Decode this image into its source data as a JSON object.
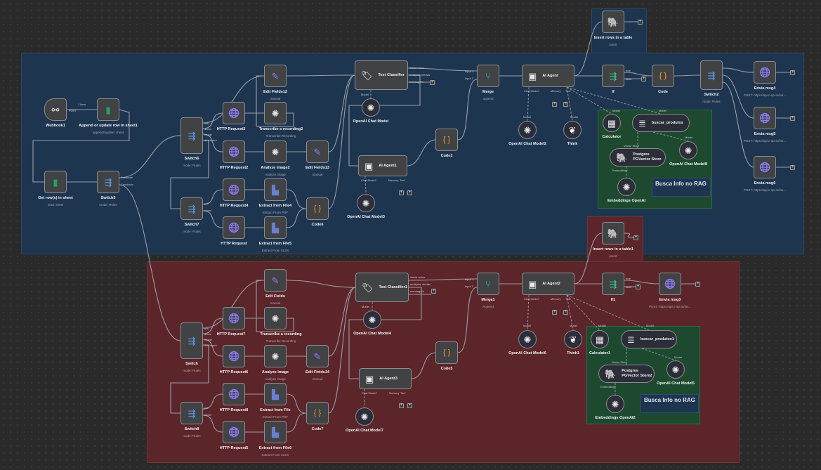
{
  "groups": {
    "rag_note_top": "Busca Info no RAG",
    "rag_note_bottom": "Busca Info no RAG"
  },
  "edge_labels": {
    "items": "1 item",
    "post": "POST"
  },
  "nodes": [
    {
      "name": "Webhook1",
      "sub": "",
      "icon": "webhook-icon"
    },
    {
      "name": "Append or update row in sheet1",
      "sub": "append/Update: sheet",
      "icon": "google-sheets-icon"
    },
    {
      "name": "Get row(s) in sheet",
      "sub": "read: sheet",
      "icon": "google-sheets-icon"
    },
    {
      "name": "Switch3",
      "sub": "mode: Rules",
      "icon": "switch-icon"
    },
    {
      "name": "Switch6",
      "sub": "mode: Rules",
      "icon": "switch-icon"
    },
    {
      "name": "HTTP Request3",
      "sub": "",
      "icon": "globe-icon"
    },
    {
      "name": "HTTP Request2",
      "sub": "",
      "icon": "globe-icon"
    },
    {
      "name": "Edit Fields12",
      "sub": "manual",
      "icon": "pencil-icon"
    },
    {
      "name": "Transcribe a recording2",
      "sub": "Transcribe Recording",
      "icon": "openai-icon"
    },
    {
      "name": "Analyze image2",
      "sub": "Analyze Image",
      "icon": "openai-icon"
    },
    {
      "name": "Edit Fields13",
      "sub": "manual",
      "icon": "pencil-icon"
    },
    {
      "name": "Switch7",
      "sub": "mode: Rules",
      "icon": "switch-icon"
    },
    {
      "name": "HTTP Request4",
      "sub": "",
      "icon": "globe-icon"
    },
    {
      "name": "HTTP Request",
      "sub": "",
      "icon": "globe-icon"
    },
    {
      "name": "Extract from File4",
      "sub": "Extract From PDF",
      "icon": "extract-file-icon"
    },
    {
      "name": "Extract from File5",
      "sub": "Extract From XLSX",
      "icon": "extract-file-icon"
    },
    {
      "name": "Code6",
      "sub": "",
      "icon": "code-icon"
    },
    {
      "name": "Text Classifier",
      "sub": "",
      "icon": "tag-icon"
    },
    {
      "name": "OpenAI Chat Model",
      "sub": "",
      "icon": "openai-icon"
    },
    {
      "name": "AI Agent1",
      "sub": "",
      "icon": "robot-icon"
    },
    {
      "name": "OpenAI Chat Model3",
      "sub": "",
      "icon": "openai-icon"
    },
    {
      "name": "Code1",
      "sub": "",
      "icon": "code-icon"
    },
    {
      "name": "Merge",
      "sub": "append",
      "icon": "merge-icon"
    },
    {
      "name": "AI Agent",
      "sub": "",
      "icon": "robot-icon"
    },
    {
      "name": "OpenAI Chat Model2",
      "sub": "",
      "icon": "openai-icon"
    },
    {
      "name": "Think",
      "sub": "",
      "icon": "brain-icon"
    },
    {
      "name": "If",
      "sub": "",
      "icon": "if-icon"
    },
    {
      "name": "Code",
      "sub": "",
      "icon": "code-icon"
    },
    {
      "name": "Switch2",
      "sub": "mode: Rules",
      "icon": "switch-icon"
    },
    {
      "name": "Envia msg4",
      "sub": "POST: https://api.z-api.io/ins...",
      "icon": "globe-icon"
    },
    {
      "name": "Envia msg5",
      "sub": "POST: https://api.z-api.io/ins...",
      "icon": "globe-icon"
    },
    {
      "name": "Envia msg6",
      "sub": "POST: https://api.z-api.io/ins...",
      "icon": "globe-icon"
    },
    {
      "name": "Insert rows in a table",
      "sub": "insert",
      "icon": "postgres-icon"
    },
    {
      "name": "Calculator",
      "sub": "",
      "icon": "calculator-icon"
    },
    {
      "name": "buscar_produtos",
      "sub": "",
      "icon": "database-icon"
    },
    {
      "name": "Postgres PGVector Store",
      "sub": "",
      "icon": "postgres-icon"
    },
    {
      "name": "OpenAI Chat Model8",
      "sub": "",
      "icon": "openai-icon"
    },
    {
      "name": "Embeddings OpenAI",
      "sub": "",
      "icon": "openai-icon"
    },
    {
      "name": "Switch",
      "sub": "mode: Rules",
      "icon": "switch-icon"
    },
    {
      "name": "HTTP Request7",
      "sub": "",
      "icon": "globe-icon"
    },
    {
      "name": "HTTP Request6",
      "sub": "",
      "icon": "globe-icon"
    },
    {
      "name": "Edit Fields",
      "sub": "manual",
      "icon": "pencil-icon"
    },
    {
      "name": "Transcribe a recording",
      "sub": "Transcribe Recording",
      "icon": "openai-icon"
    },
    {
      "name": "Analyze image",
      "sub": "Analyze Image",
      "icon": "openai-icon"
    },
    {
      "name": "Edit Fields14",
      "sub": "manual",
      "icon": "pencil-icon"
    },
    {
      "name": "Switch8",
      "sub": "mode: Rules",
      "icon": "switch-icon"
    },
    {
      "name": "HTTP Request8",
      "sub": "",
      "icon": "globe-icon"
    },
    {
      "name": "HTTP Request5",
      "sub": "",
      "icon": "globe-icon"
    },
    {
      "name": "Extract from File",
      "sub": "Extract From PDF",
      "icon": "extract-file-icon"
    },
    {
      "name": "Extract from File6",
      "sub": "Extract From XLSX",
      "icon": "extract-file-icon"
    },
    {
      "name": "Code7",
      "sub": "",
      "icon": "code-icon"
    },
    {
      "name": "Text Classifier1",
      "sub": "",
      "icon": "tag-icon"
    },
    {
      "name": "OpenAI Chat Model4",
      "sub": "",
      "icon": "openai-icon"
    },
    {
      "name": "AI Agent3",
      "sub": "",
      "icon": "robot-icon"
    },
    {
      "name": "OpenAI Chat Model7",
      "sub": "",
      "icon": "openai-icon"
    },
    {
      "name": "Code5",
      "sub": "",
      "icon": "code-icon"
    },
    {
      "name": "Merge1",
      "sub": "Append",
      "icon": "merge-icon"
    },
    {
      "name": "AI Agent2",
      "sub": "",
      "icon": "robot-icon"
    },
    {
      "name": "OpenAI Chat Model6",
      "sub": "",
      "icon": "openai-icon"
    },
    {
      "name": "Think1",
      "sub": "",
      "icon": "brain-icon"
    },
    {
      "name": "If1",
      "sub": "",
      "icon": "if-icon"
    },
    {
      "name": "Envia msg3",
      "sub": "POST: https://api.z-api.io/ins...",
      "icon": "globe-icon"
    },
    {
      "name": "Insert rows in a table1",
      "sub": "insert",
      "icon": "postgres-icon"
    },
    {
      "name": "Calculator1",
      "sub": "",
      "icon": "calculator-icon"
    },
    {
      "name": "buscar_produtos1",
      "sub": "",
      "icon": "database-icon"
    },
    {
      "name": "Postgres PGVector Store2",
      "sub": "",
      "icon": "postgres-icon"
    },
    {
      "name": "OpenAI Chat Model5",
      "sub": "",
      "icon": "openai-icon"
    },
    {
      "name": "Embeddings OpenAI2",
      "sub": "",
      "icon": "openai-icon"
    }
  ],
  "ports": {
    "switch_outputs": [
      "text",
      "audio",
      "image",
      "document"
    ],
    "switch_file_outputs": [
      "pdf",
      "sheet"
    ],
    "switch3_outputs": [
      "Pendente",
      "Concluido"
    ],
    "classifier_outputs": [
      "oferta unica",
      "multiplas ofertas",
      "mensagem"
    ],
    "merge_inputs": [
      "Input 1",
      "Input 2"
    ],
    "agent_ports": [
      "Chat Model*",
      "Memory",
      "Tool"
    ],
    "if_outputs": [
      "true",
      "false"
    ],
    "model": "Model",
    "tool": "Tool",
    "vector_store": "Vector Store",
    "embedding": "Embedding*"
  }
}
